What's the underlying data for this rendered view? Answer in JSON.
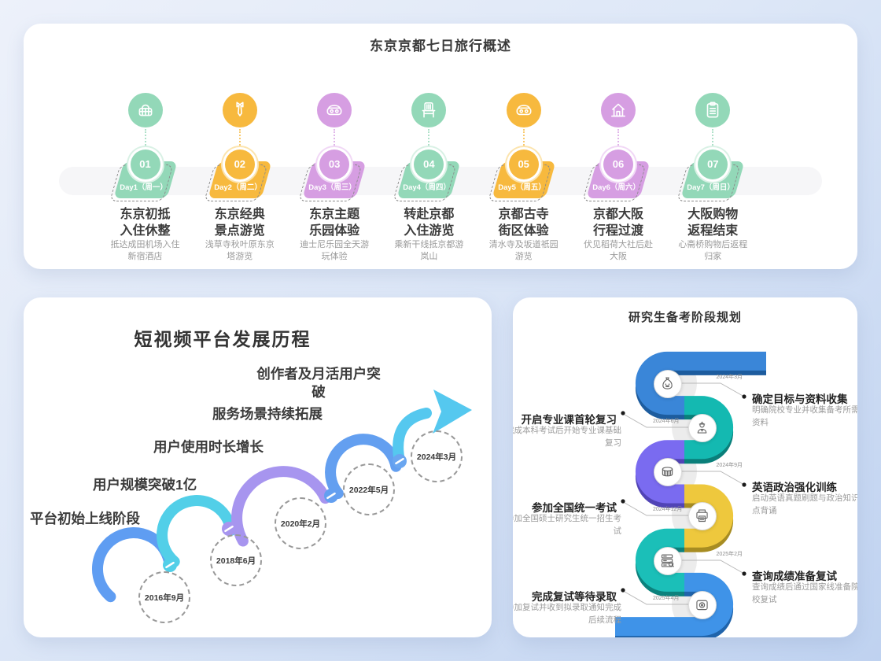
{
  "palette": {
    "green": {
      "main": "#93d8b8",
      "light": "#d9f1e5"
    },
    "orange": {
      "main": "#f7b93e",
      "light": "#fce4ae"
    },
    "purple": {
      "main": "#d69ee2",
      "light": "#f1d8f6"
    }
  },
  "trip": {
    "title": "东京京都七日旅行概述",
    "days": [
      {
        "num": "01",
        "day_label": "Day1（周一）",
        "icon": "basket-icon",
        "color": "green",
        "title1": "东京初抵",
        "title2": "入住休整",
        "desc1": "抵达成田机场入住",
        "desc2": "新宿酒店"
      },
      {
        "num": "02",
        "day_label": "Day2（周二）",
        "icon": "tie-icon",
        "color": "orange",
        "title1": "东京经典",
        "title2": "景点游览",
        "desc1": "浅草寺秋叶原东京",
        "desc2": "塔游览"
      },
      {
        "num": "03",
        "day_label": "Day3（周三）",
        "icon": "vr-icon",
        "color": "purple",
        "title1": "东京主题",
        "title2": "乐园体验",
        "desc1": "迪士尼乐园全天游",
        "desc2": "玩体验"
      },
      {
        "num": "04",
        "day_label": "Day4（周四）",
        "icon": "chair-icon",
        "color": "green",
        "title1": "转赴京都",
        "title2": "入住游览",
        "desc1": "乘新干线抵京都游",
        "desc2": "岚山"
      },
      {
        "num": "05",
        "day_label": "Day5（周五）",
        "icon": "vr-icon",
        "color": "orange",
        "title1": "京都古寺",
        "title2": "街区体验",
        "desc1": "清水寺及坂道祇园",
        "desc2": "游览"
      },
      {
        "num": "06",
        "day_label": "Day6（周六）",
        "icon": "house-icon",
        "color": "purple",
        "title1": "京都大阪",
        "title2": "行程过渡",
        "desc1": "伏见稻荷大社后赴",
        "desc2": "大阪"
      },
      {
        "num": "07",
        "day_label": "Day7（周日）",
        "icon": "clipboard-icon",
        "color": "green",
        "title1": "大阪购物",
        "title2": "返程结束",
        "desc1": "心斋桥购物后返程",
        "desc2": "归家"
      }
    ]
  },
  "growth": {
    "title": "短视频平台发展历程",
    "arc_colors": [
      "#5f9df2",
      "#52cfe8",
      "#a795ef",
      "#639ff0",
      "#55c8ef"
    ],
    "node_colors": [
      "#52cfe8",
      "#a795ef",
      "#639ff0",
      "#6aa6f0"
    ],
    "milestones": [
      {
        "label": "平台初始上线阶段",
        "date": "2016年9月"
      },
      {
        "label": "用户规模突破1亿",
        "date": "2018年6月"
      },
      {
        "label": "用户使用时长增长",
        "date": "2020年2月"
      },
      {
        "label": "服务场景持续拓展",
        "date": "2022年5月"
      },
      {
        "label": "创作者及月活用户突破",
        "date": "2024年3月"
      }
    ]
  },
  "exam": {
    "title": "研究生备考阶段规划",
    "stages": [
      {
        "side": "right",
        "icon": "money-bag-icon",
        "color": {
          "main": "#3a86d8",
          "dark": "#1d5c9e"
        },
        "date": "2024年3月",
        "title": "确定目标与资料收集",
        "desc": "明确院校专业并收集备考所需资料"
      },
      {
        "side": "left",
        "icon": "student-icon",
        "color": {
          "main": "#14b9b1",
          "dark": "#0a7f7a"
        },
        "date": "2024年6月",
        "title": "开启专业课首轮复习",
        "desc": "完成本科考试后开始专业课基础复习"
      },
      {
        "side": "right",
        "icon": "stadium-icon",
        "color": {
          "main": "#7a6bf0",
          "dark": "#5144b6"
        },
        "date": "2024年9月",
        "title": "英语政治强化训练",
        "desc": "启动英语真题刷题与政治知识点背诵"
      },
      {
        "side": "left",
        "icon": "printer-icon",
        "color": {
          "main": "#eec83d",
          "dark": "#a78c22"
        },
        "date": "2024年12月",
        "title": "参加全国统一考试",
        "desc": "参加全国硕士研究生统一招生考试"
      },
      {
        "side": "right",
        "icon": "server-search-icon",
        "color": {
          "main": "#1bbfb8",
          "dark": "#0c827d"
        },
        "date": "2025年2月",
        "title": "查询成绩准备复试",
        "desc": "查询成绩后通过国家线准备院校复试"
      },
      {
        "side": "left",
        "icon": "camera-icon",
        "color": {
          "main": "#3f93e8",
          "dark": "#2064ab"
        },
        "date": "2025年4月",
        "title": "完成复试等待录取",
        "desc": "参加复试并收到拟录取通知完成后续流程"
      }
    ]
  }
}
